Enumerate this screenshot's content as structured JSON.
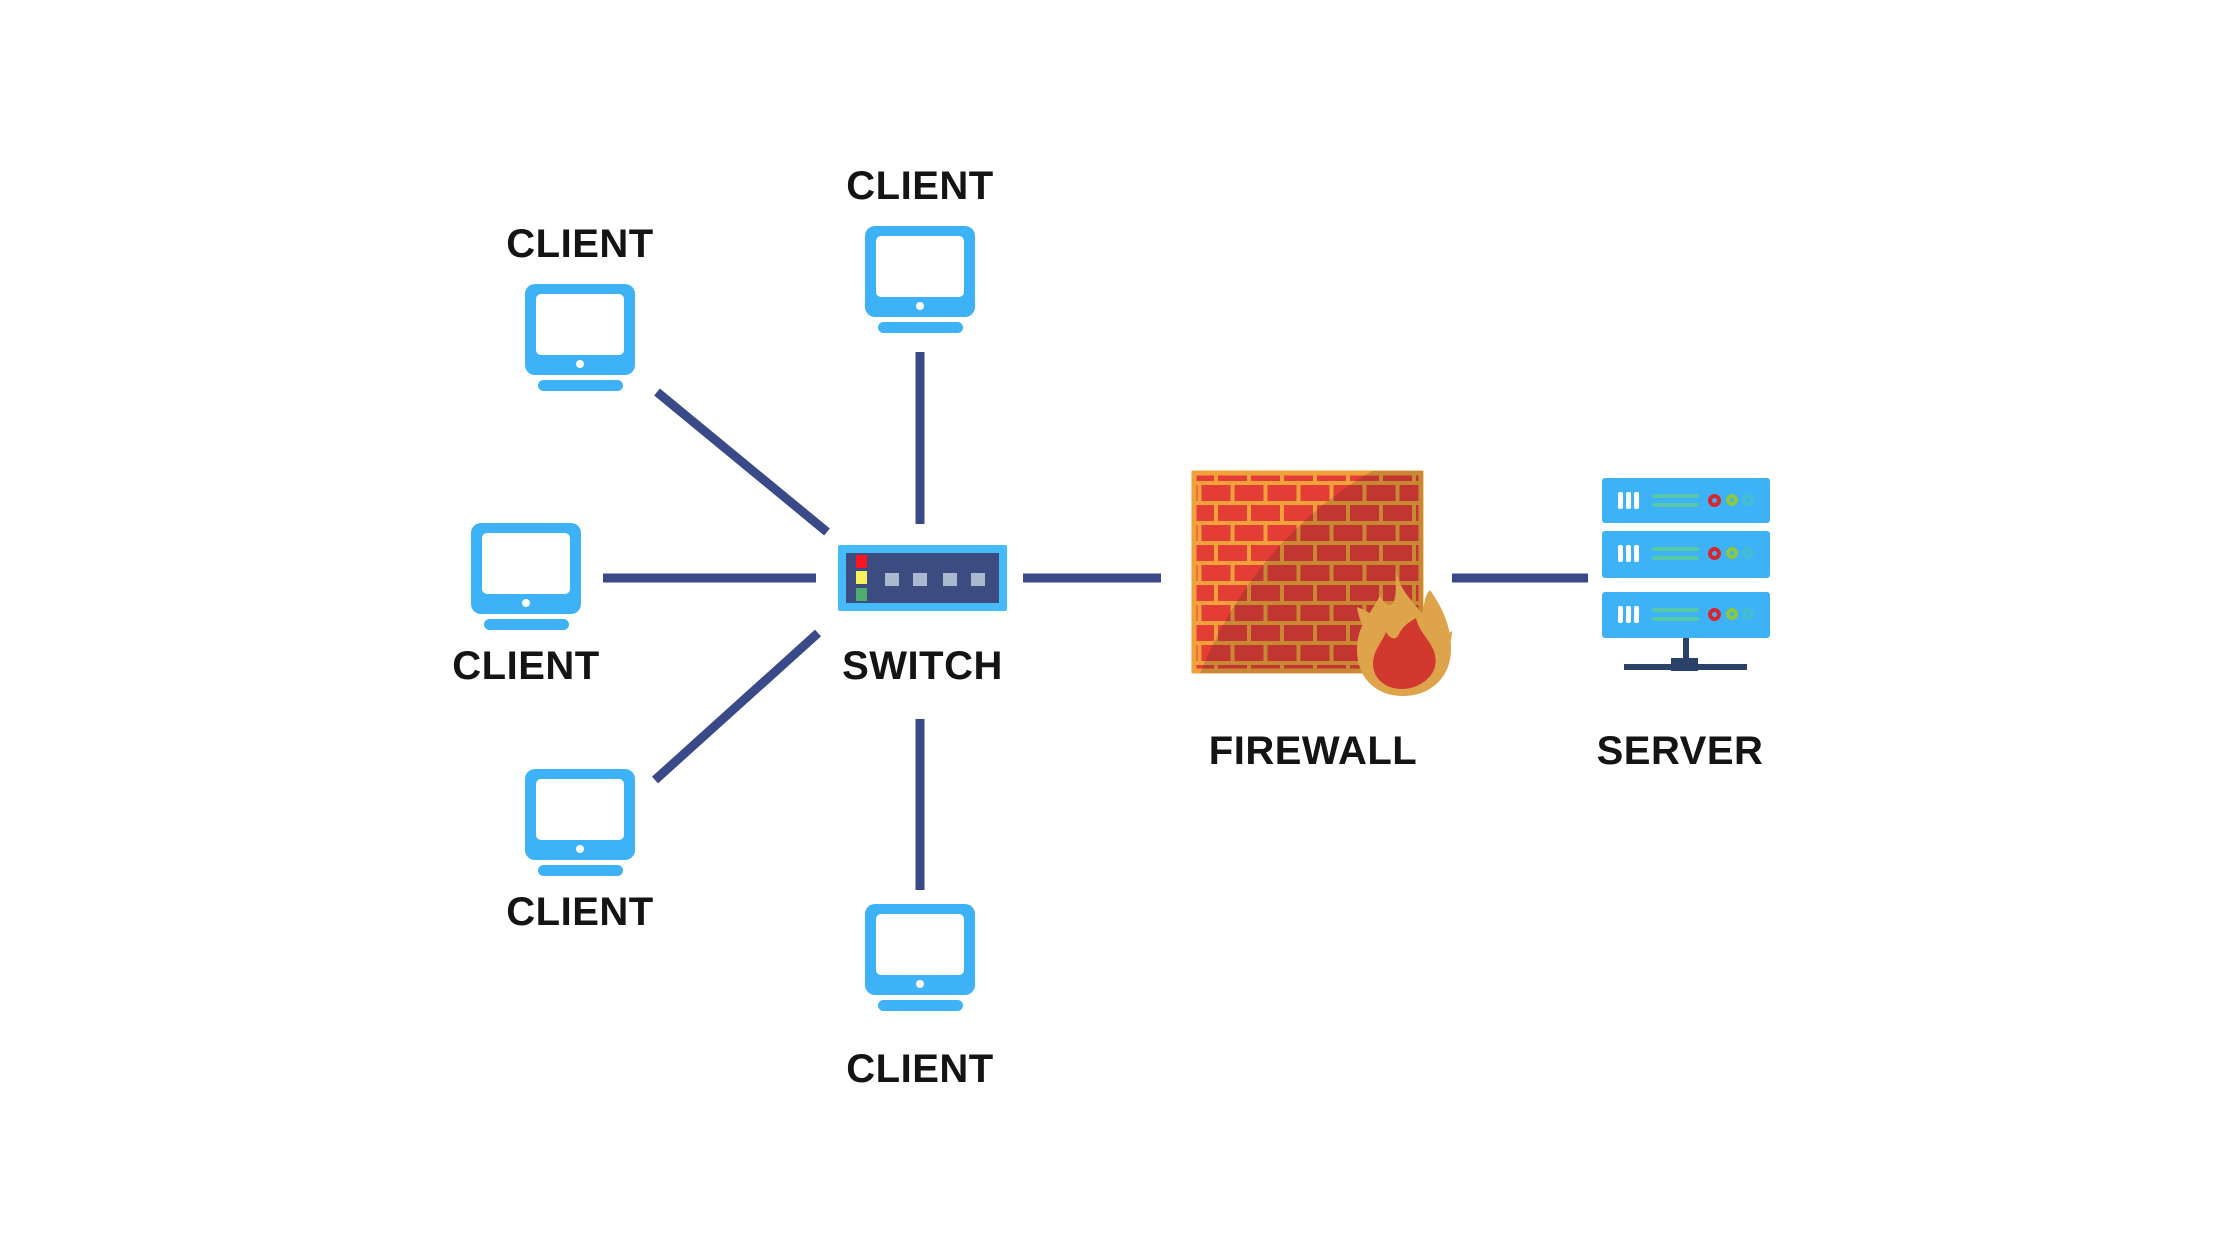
{
  "diagram": {
    "nodes": {
      "client_top_left": {
        "label": "CLIENT",
        "icon": "monitor-icon"
      },
      "client_top": {
        "label": "CLIENT",
        "icon": "monitor-icon"
      },
      "client_left": {
        "label": "CLIENT",
        "icon": "monitor-icon"
      },
      "client_bottom_left": {
        "label": "CLIENT",
        "icon": "monitor-icon"
      },
      "client_bottom": {
        "label": "CLIENT",
        "icon": "monitor-icon"
      },
      "switch": {
        "label": "SWITCH",
        "icon": "network-switch-icon"
      },
      "firewall": {
        "label": "FIREWALL",
        "icon": "brick-wall-flame-icon"
      },
      "server": {
        "label": "SERVER",
        "icon": "server-rack-icon"
      }
    },
    "connections": [
      {
        "from": "client_top_left",
        "to": "switch"
      },
      {
        "from": "client_top",
        "to": "switch"
      },
      {
        "from": "client_left",
        "to": "switch"
      },
      {
        "from": "client_bottom_left",
        "to": "switch"
      },
      {
        "from": "client_bottom",
        "to": "switch"
      },
      {
        "from": "switch",
        "to": "firewall"
      },
      {
        "from": "firewall",
        "to": "server"
      }
    ],
    "colors": {
      "background": "#ffffff",
      "label_text": "#141414",
      "device_blue": "#3EB2F7",
      "switch_border_blue": "#45BCF9",
      "switch_panel_navy": "#3C4B80",
      "port_gray": "#ABB9CE",
      "led_red": "#F7161F",
      "led_yellow": "#F9EE5E",
      "led_green": "#4DAD6C",
      "line_navy": "#3A4A89",
      "brick_red": "#E33D36",
      "mortar_orange": "#F0A13B",
      "flame_gold": "#DEA44C",
      "flame_red": "#D2392E",
      "server_vent_teal": "#56C8A8",
      "ring_red": "#D8262F",
      "ring_green": "#8DC63F",
      "ring_teal": "#49C4B2",
      "stand_navy": "#2A4168"
    }
  }
}
